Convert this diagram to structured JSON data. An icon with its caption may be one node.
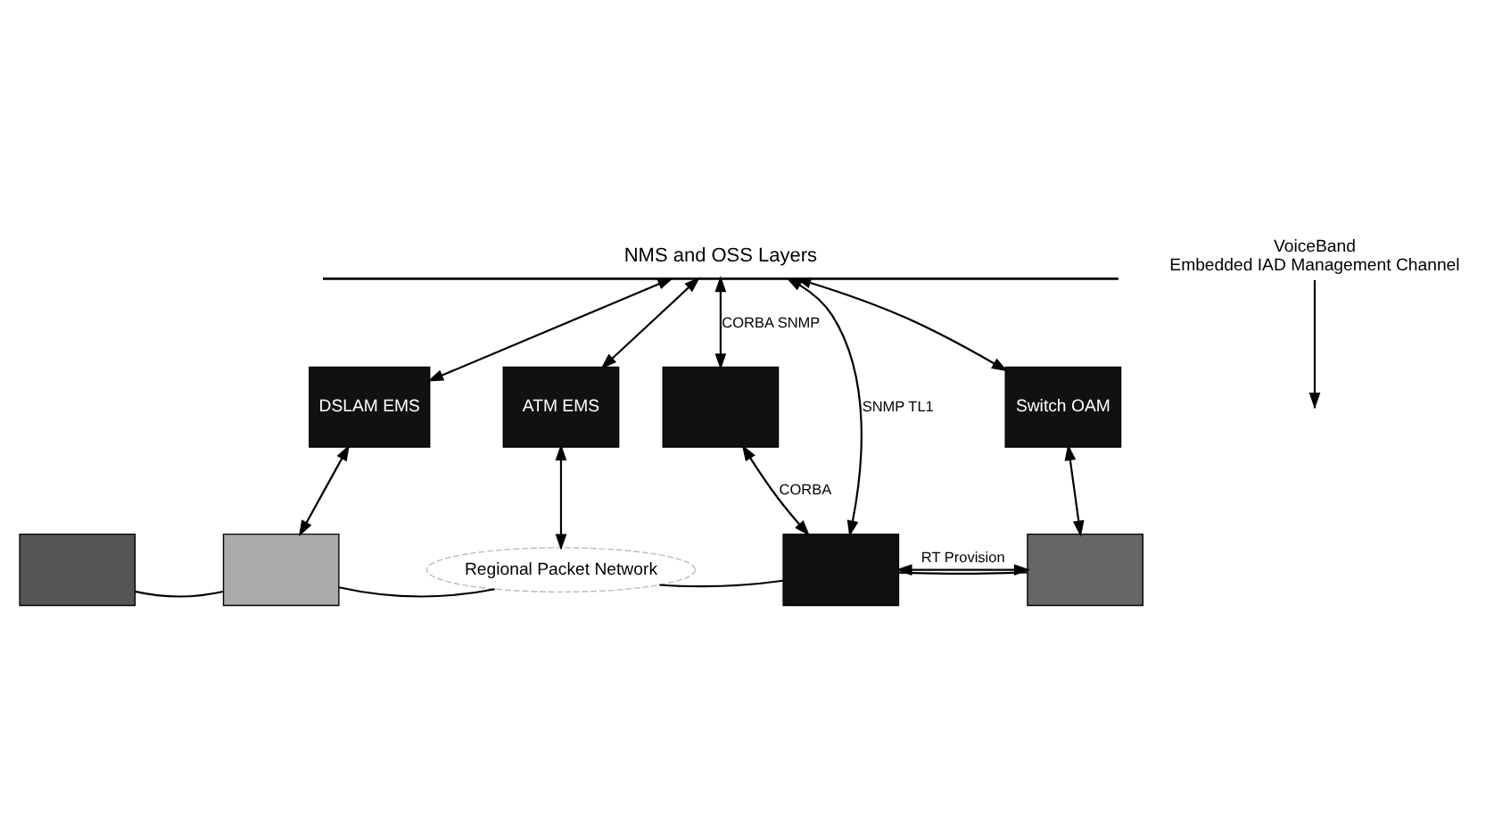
{
  "diagram": {
    "nodes": [
      {
        "text": [
          "NMS and OSS Layers"
        ]
      },
      {
        "text": [
          "DSLAM EMS"
        ]
      },
      {
        "text": [
          "ATM EMS"
        ]
      },
      {
        "text": [],
        "shape": "box"
      },
      {
        "text": [
          "Switch OAM"
        ]
      },
      {
        "text": [],
        "shape": "box"
      },
      {
        "text": [],
        "shape": "box"
      },
      {
        "text": [
          "Regional Packet Network"
        ]
      },
      {
        "text": [],
        "shape": "box"
      },
      {
        "text": [],
        "shape": "box"
      },
      {
        "text": [
          "VoiceBand",
          "Embedded IAD Management Channel"
        ]
      }
    ],
    "edges": [
      {
        "from": 0,
        "to": 1,
        "arrow": "both"
      },
      {
        "from": 0,
        "to": 2,
        "arrow": "both"
      },
      {
        "from": 0,
        "to": 3,
        "arrow": "both",
        "label": "CORBA SNMP"
      },
      {
        "from": 0,
        "to": 8,
        "arrow": "both",
        "label": "SNMP TL1"
      },
      {
        "from": 0,
        "to": 4,
        "arrow": "both"
      },
      {
        "from": 1,
        "to": 6,
        "arrow": "both"
      },
      {
        "from": 2,
        "to": 7,
        "arrow": "both"
      },
      {
        "from": 3,
        "to": 8,
        "arrow": "both",
        "label": "CORBA"
      },
      {
        "from": 4,
        "to": 9,
        "arrow": "both"
      },
      {
        "from": 5,
        "to": 6,
        "arrow": "none"
      },
      {
        "from": 6,
        "to": 7,
        "arrow": "none"
      },
      {
        "from": 7,
        "to": 8,
        "arrow": "none"
      },
      {
        "from": 8,
        "to": 9,
        "arrow": "none"
      },
      {
        "from": 8,
        "to": 9,
        "arrow": "both",
        "label": "RT Provision"
      },
      {
        "from": 10,
        "to": null,
        "arrow": "to"
      }
    ]
  }
}
